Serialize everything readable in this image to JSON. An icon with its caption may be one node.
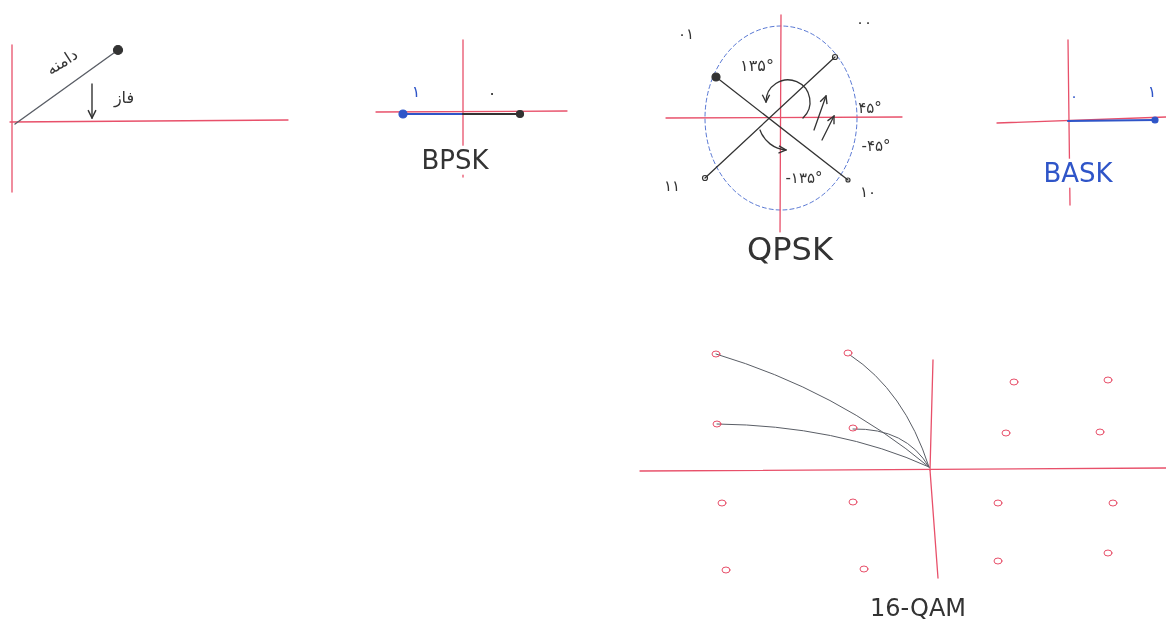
{
  "diagram": {
    "labels": [
      "دامنه",
      "فاز",
      "۱",
      "۰",
      "BPSK",
      "۰۱",
      "۰۰",
      "۱۳۵°",
      "۴۵°",
      "-۴۵°",
      "-۱۳۵°",
      "۱۱",
      "۱۰",
      "QPSK",
      "۰",
      "۱",
      "BASK",
      "16-QAM"
    ]
  }
}
